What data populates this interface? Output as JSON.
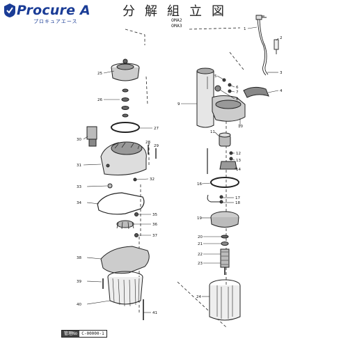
{
  "header": {
    "logo_text": "Procure A",
    "logo_subtext": "プロキュアエース",
    "title": "分解組立図",
    "models": [
      "OMA2",
      "OMA3"
    ]
  },
  "colors": {
    "brand": "#1a3c96",
    "line": "#222222",
    "background": "#ffffff"
  },
  "diagram": {
    "part_numbers": [
      "1",
      "2",
      "3",
      "4",
      "5",
      "6",
      "7",
      "8",
      "9",
      "10",
      "11",
      "12",
      "13",
      "14",
      "16",
      "17",
      "18",
      "19",
      "20",
      "21",
      "22",
      "23",
      "24",
      "25",
      "26",
      "27",
      "28",
      "29",
      "30",
      "31",
      "32",
      "33",
      "34",
      "35",
      "36",
      "37",
      "38",
      "39",
      "40",
      "41"
    ]
  },
  "footer": {
    "label": "管理No",
    "code": "C-00000-1"
  }
}
